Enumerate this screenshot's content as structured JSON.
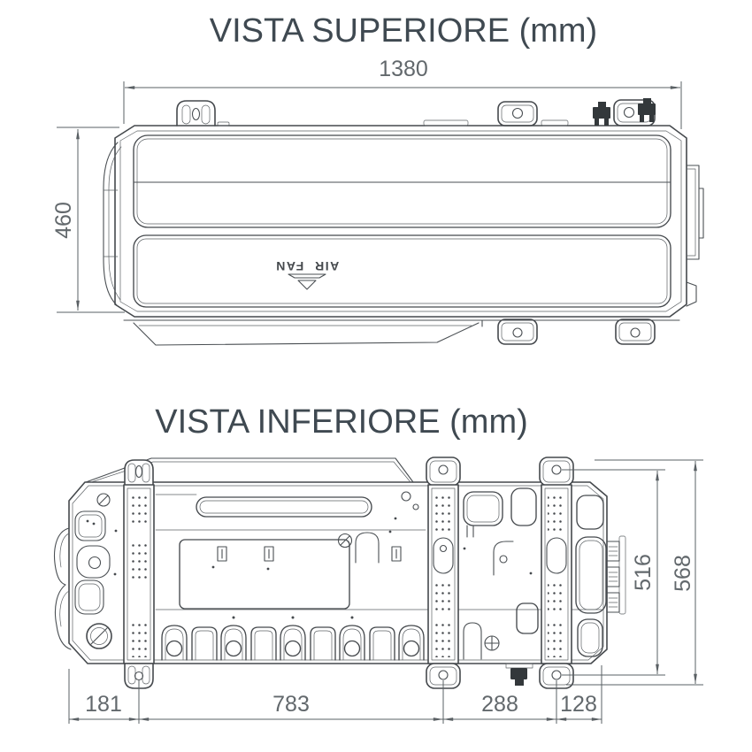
{
  "colors": {
    "drawing_line": "#45494d",
    "dimension_line": "#5a6064",
    "dimension_text": "#62686c",
    "title_text": "#3f4951",
    "connector_fill": "#33383b",
    "background": "#ffffff"
  },
  "top_view": {
    "title": "VISTA SUPERIORE (mm)",
    "unit": "mm",
    "width_label": "1380",
    "height_label": "460",
    "fan_label": "AIR FAN"
  },
  "bottom_view": {
    "title": "VISTA INFERIORE (mm)",
    "unit": "mm",
    "segment_labels": [
      "181",
      "783",
      "288",
      "128"
    ],
    "inner_height_label": "516",
    "overall_height_label": "568"
  }
}
